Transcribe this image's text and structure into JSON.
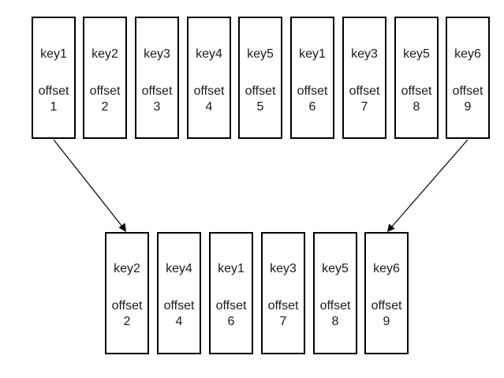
{
  "source_records": [
    {
      "key": "key1",
      "offset_label": "offset",
      "offset": "1"
    },
    {
      "key": "key2",
      "offset_label": "offset",
      "offset": "2"
    },
    {
      "key": "key3",
      "offset_label": "offset",
      "offset": "3"
    },
    {
      "key": "key4",
      "offset_label": "offset",
      "offset": "4"
    },
    {
      "key": "key5",
      "offset_label": "offset",
      "offset": "5"
    },
    {
      "key": "key1",
      "offset_label": "offset",
      "offset": "6"
    },
    {
      "key": "key3",
      "offset_label": "offset",
      "offset": "7"
    },
    {
      "key": "key5",
      "offset_label": "offset",
      "offset": "8"
    },
    {
      "key": "key6",
      "offset_label": "offset",
      "offset": "9"
    }
  ],
  "compacted_records": [
    {
      "key": "key2",
      "offset_label": "offset",
      "offset": "2"
    },
    {
      "key": "key4",
      "offset_label": "offset",
      "offset": "4"
    },
    {
      "key": "key1",
      "offset_label": "offset",
      "offset": "6"
    },
    {
      "key": "key3",
      "offset_label": "offset",
      "offset": "7"
    },
    {
      "key": "key5",
      "offset_label": "offset",
      "offset": "8"
    },
    {
      "key": "key6",
      "offset_label": "offset",
      "offset": "9"
    }
  ],
  "arrows": [
    {
      "from": "source_records.0",
      "to": "compacted_records.0"
    },
    {
      "from": "source_records.8",
      "to": "compacted_records.5"
    }
  ],
  "colors": {
    "border": "#000000",
    "text": "#1a1a1a",
    "background": "#ffffff"
  }
}
